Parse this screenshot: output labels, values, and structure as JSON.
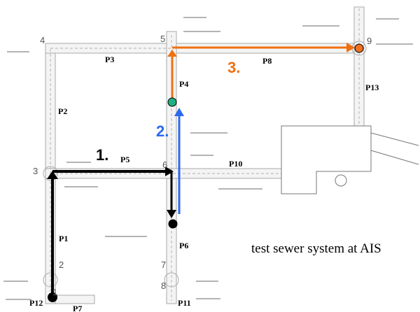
{
  "title": "test sewer system at AIS",
  "nodes": [
    "1",
    "2",
    "3",
    "4",
    "5",
    "6",
    "7",
    "8",
    "9"
  ],
  "pipes": [
    "P1",
    "P2",
    "P3",
    "P4",
    "P5",
    "P6",
    "P7",
    "P8",
    "P10",
    "P11",
    "P12",
    "P13"
  ],
  "steps": [
    "1.",
    "2.",
    "3."
  ],
  "colors": {
    "step1": "#000000",
    "step2": "#2a6af0",
    "step3": "#f07010",
    "start_marker": "#20b080",
    "end_marker": "#f07020"
  }
}
